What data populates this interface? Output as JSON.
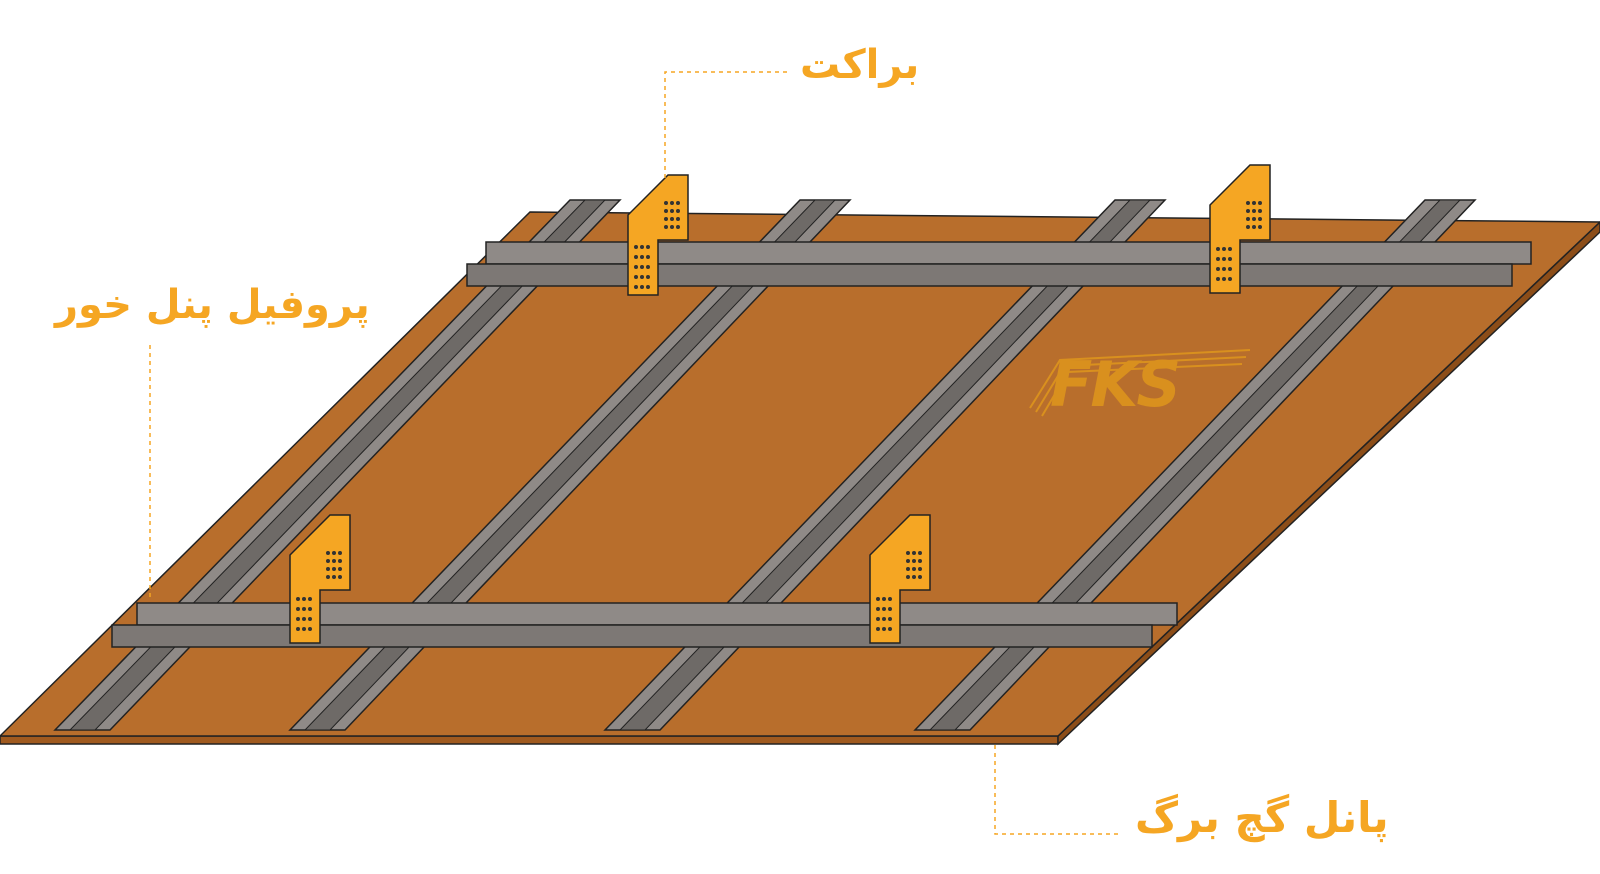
{
  "labels": {
    "bracket": "براکت",
    "profile": "پروفیل پنل خور",
    "panel": "پانل گچ برگ"
  },
  "logo": {
    "text": "FKS"
  },
  "colors": {
    "board": "#b86e2c",
    "board_edge": "#a05a1f",
    "profile": "#8f8a87",
    "profile_dark": "#6e6a67",
    "bracket": "#f5a623",
    "accent": "#f5a623",
    "leader": "#f5a623"
  }
}
